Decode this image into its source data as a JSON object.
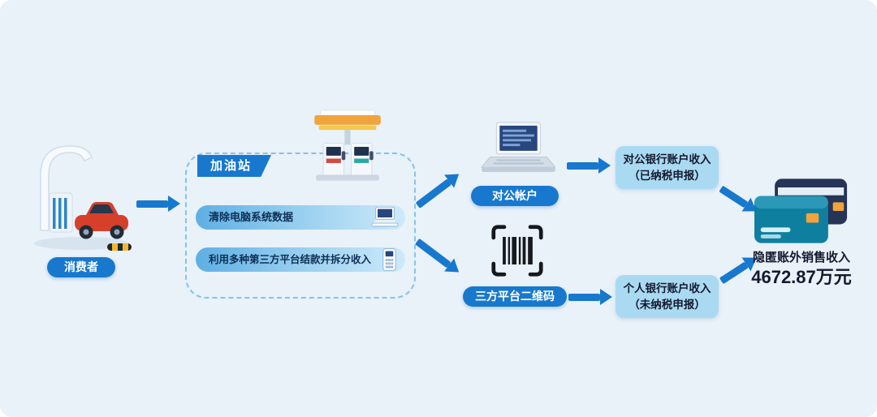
{
  "colors": {
    "background": "#e9f1f9",
    "accent_blue": "#1778ce",
    "bar_gradient_start": "#5eafe4",
    "bar_gradient_end": "#cdeafa",
    "income_box_fill": "#a9daf2",
    "text_dark": "#15192e"
  },
  "consumer": {
    "label": "消费者"
  },
  "station": {
    "label": "加油站",
    "steps": [
      {
        "text": "清除电脑系统数据",
        "icon": "laptop-icon"
      },
      {
        "text": "利用多种第三方平台结款并拆分收入",
        "icon": "pos-terminal-icon"
      }
    ]
  },
  "branches": {
    "corporate": {
      "node_label": "对公帐户",
      "node_icon": "laptop-icon",
      "result_line1": "对公银行账户收入",
      "result_line2": "（已纳税申报）"
    },
    "personal": {
      "node_label": "三方平台二维码",
      "node_icon": "barcode-scan-icon",
      "result_line1": "个人银行账户收入",
      "result_line2": "（未纳税申报）"
    }
  },
  "result": {
    "title": "隐匿账外销售收入",
    "amount": "4672.87万元",
    "icon": "credit-cards-icon"
  },
  "icons": [
    "gas-station-entrance-icon",
    "fuel-pump-icon",
    "laptop-icon",
    "pos-terminal-icon",
    "barcode-scan-icon",
    "credit-cards-icon",
    "arrow-icon"
  ]
}
